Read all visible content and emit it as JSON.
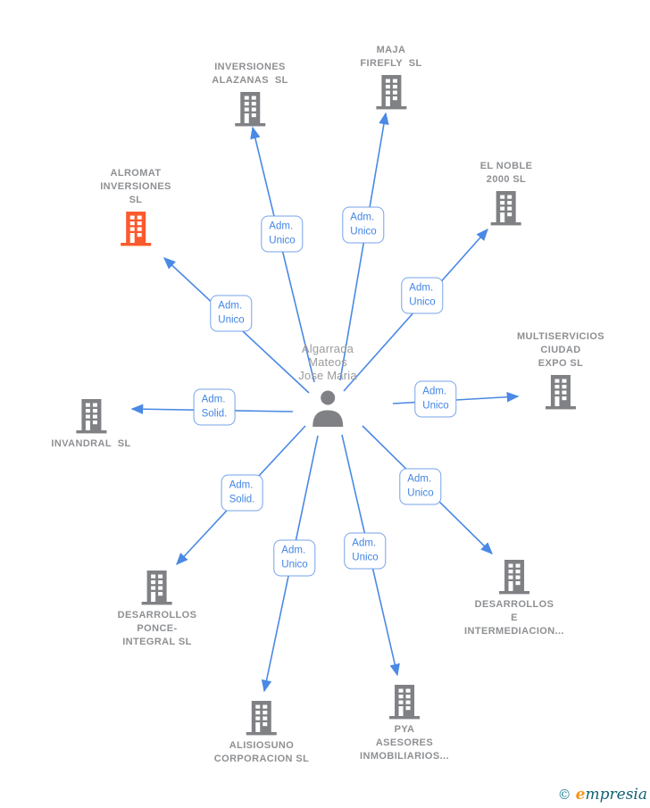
{
  "diagram": {
    "center_person": {
      "name": "Algarrada\nMateos\nJose Maria"
    },
    "companies": [
      {
        "id": "alazanas",
        "name": "INVERSIONES\nALAZANAS  SL"
      },
      {
        "id": "maja",
        "name": "MAJA\nFIREFLY  SL"
      },
      {
        "id": "noble",
        "name": "EL NOBLE\n2000 SL"
      },
      {
        "id": "alromat",
        "name": "ALROMAT\nINVERSIONES\nSL",
        "highlighted": true
      },
      {
        "id": "multiservicios",
        "name": "MULTISERVICIOS\nCIUDAD\nEXPO SL"
      },
      {
        "id": "invandral",
        "name": "INVANDRAL  SL"
      },
      {
        "id": "ponce",
        "name": "DESARROLLOS\nPONCE-\nINTEGRAL SL"
      },
      {
        "id": "intermediacion",
        "name": "DESARROLLOS\nE\nINTERMEDIACION..."
      },
      {
        "id": "alisiosuno",
        "name": "ALISIOSUNO\nCORPORACION SL"
      },
      {
        "id": "pya",
        "name": "PYA\nASESORES\nINMOBILIARIOS..."
      }
    ],
    "relationships": [
      {
        "target": "alazanas",
        "label": "Adm.\nUnico"
      },
      {
        "target": "maja",
        "label": "Adm.\nUnico"
      },
      {
        "target": "noble",
        "label": "Adm.\nUnico"
      },
      {
        "target": "alromat",
        "label": "Adm.\nUnico"
      },
      {
        "target": "multiservicios",
        "label": "Adm.\nUnico"
      },
      {
        "target": "invandral",
        "label": "Adm.\nSolid."
      },
      {
        "target": "ponce",
        "label": "Adm.\nSolid."
      },
      {
        "target": "intermediacion",
        "label": "Adm.\nUnico"
      },
      {
        "target": "alisiosuno",
        "label": "Adm.\nUnico"
      },
      {
        "target": "pya",
        "label": "Adm.\nUnico"
      }
    ],
    "colors": {
      "edge_blue": "#4a89e4",
      "label_border_blue": "#74a3ea",
      "label_text_blue": "#4285e4",
      "company_text_gray": "#8e9093",
      "icon_gray": "#7f8184",
      "highlight_orange": "#fb5a2d"
    },
    "watermark": {
      "copyright": "©",
      "brand_first_letter": "e",
      "brand_rest": "mpresia"
    }
  }
}
